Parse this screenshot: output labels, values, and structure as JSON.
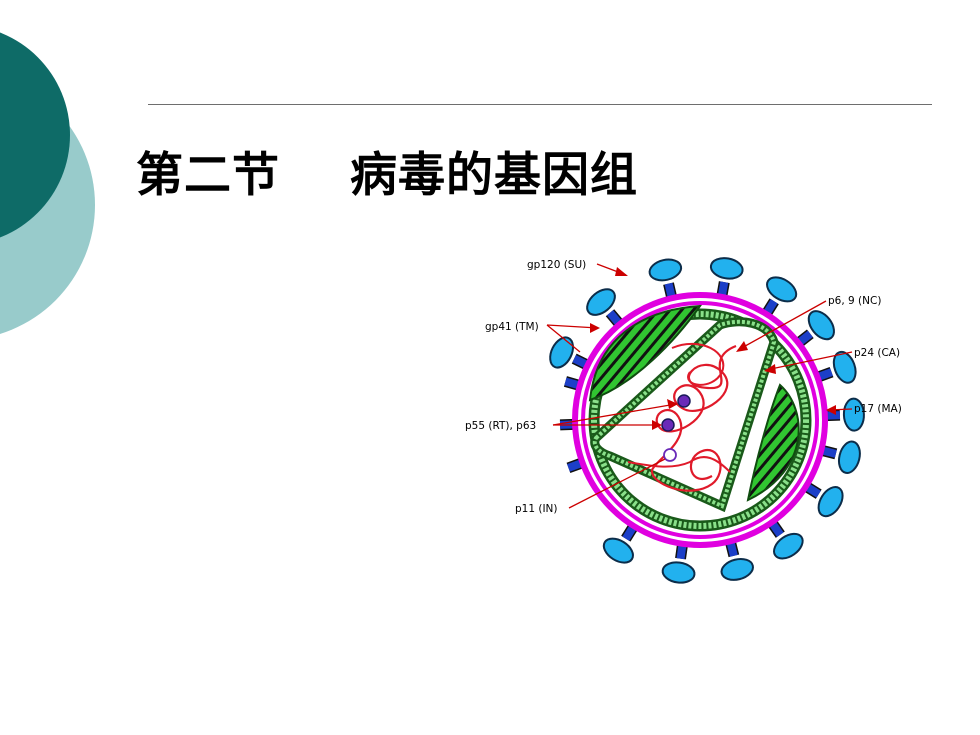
{
  "slide": {
    "section": "第二节",
    "heading": "病毒的基因组"
  },
  "diagram": {
    "labels": {
      "gp120": "gp120 (SU)",
      "gp41": "gp41 (TM)",
      "p55": "p55 (RT), p63",
      "p11": "p11 (IN)",
      "p6": "p6, 9 (NC)",
      "p24": "p24 (CA)",
      "p17": "p17 (MA)"
    }
  },
  "colors": {
    "deco_dark": "#0e6b67",
    "deco_light": "#98cbcb",
    "membrane": "#e000e0",
    "spike_head": "#22b1ee",
    "spike_stem": "#1c3fc8",
    "matrix": "#31c531",
    "rna": "#e01a2a",
    "pointer": "#cc0000"
  }
}
